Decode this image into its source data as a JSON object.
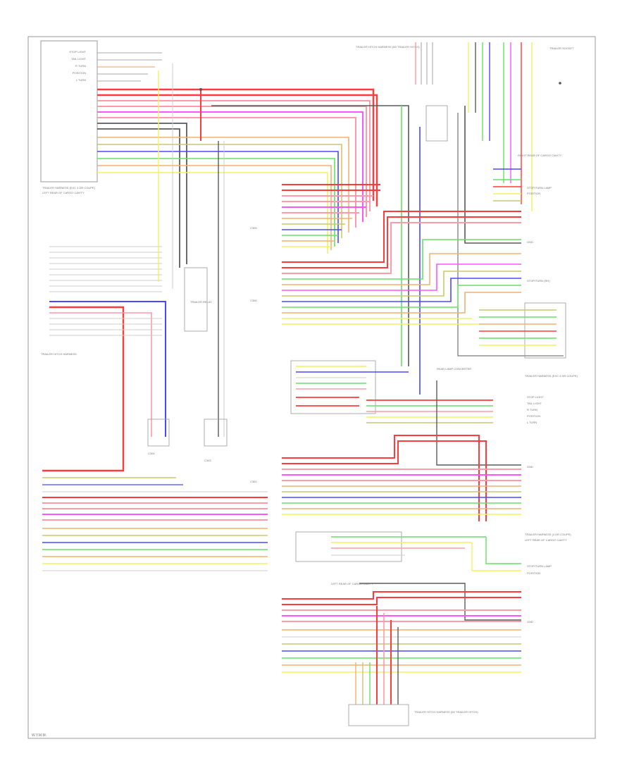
{
  "colors": {
    "red": "#ff3b3b",
    "pink": "#ff9aa8",
    "magenta": "#ff55ff",
    "green": "#66e066",
    "blue": "#4848ff",
    "yellow": "#f2f260",
    "olive": "#c8c870",
    "orange": "#f3b070",
    "black": "#5a5a5a",
    "gray": "#b8b8b8",
    "border": "#777777"
  },
  "footer": {
    "code": "W.Y.M.M."
  },
  "boxes": {
    "connector_top_left": {
      "pins": [
        "STOP LIGHT",
        "TAIL LIGHT",
        "R TURN",
        "POSITION",
        "L TURN"
      ]
    }
  },
  "labels": {
    "trailer_harness_upper": "TRAILER HARNESS (EXC 4 DR COUPE)",
    "trailer_hitch_lamp_upper": "TRAILER HITCH HARNESS (W/ TRAILER HITCH)",
    "trailer_socket_top": "TRAILER SOCKET",
    "left_rear_cargo_upper": "LEFT REAR OF CARGO CAVITY",
    "right_rear_cargo": "RIGHT REAR OF CARGO CAVITY",
    "stop_turn_l": "STOP/TURN LAMP",
    "position_l": "POSITION",
    "stop_turn_r": "STOP/TURN (RH)",
    "gnd": "GND",
    "stop_light": "STOP LIGHT",
    "tail_light": "TAIL LIGHT",
    "r_turn": "R TURN",
    "position": "POSITION",
    "l_turn": "L TURN",
    "relay_label": "TRAILER RELAY",
    "c305": "C305",
    "c306": "C306",
    "c304": "C304",
    "c303": "C303",
    "c302": "C302",
    "rear_lamp_conv": "REAR LAMP CONVERTER",
    "left_rear_cargo_lower": "LEFT REAR OF CARGO CAVITY",
    "trailer_harness_lower": "TRAILER HARNESS (4 DR COUPE)",
    "trailer_hitch_lower": "TRAILER HITCH HARNESS (W/ TRAILER HITCH)",
    "left_rear_cargo_right": "LEFT REAR OF CARGO CAVITY",
    "trailer_hitch_mid": "TRAILER HITCH HARNESS"
  }
}
